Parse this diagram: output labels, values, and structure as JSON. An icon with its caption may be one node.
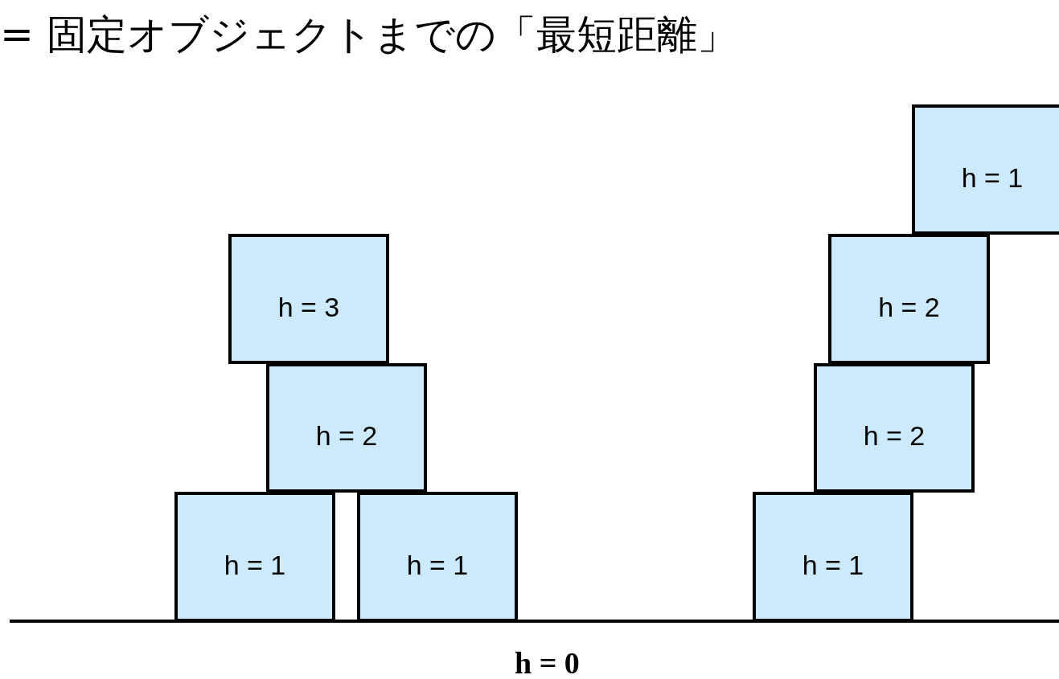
{
  "diagram": {
    "title": "= 固定オブジェクトまでの「最短距離」",
    "nodes": [
      {
        "text": [
          "h = 1"
        ]
      },
      {
        "text": [
          "h = 3"
        ]
      },
      {
        "text": [
          "h = 2"
        ]
      },
      {
        "text": [
          "h = 2"
        ]
      },
      {
        "text": [
          "h = 2"
        ]
      },
      {
        "text": [
          "h = 1"
        ]
      },
      {
        "text": [
          "h = 1"
        ]
      },
      {
        "text": [
          "h = 1"
        ]
      }
    ],
    "labels": [
      "h = 0"
    ]
  }
}
